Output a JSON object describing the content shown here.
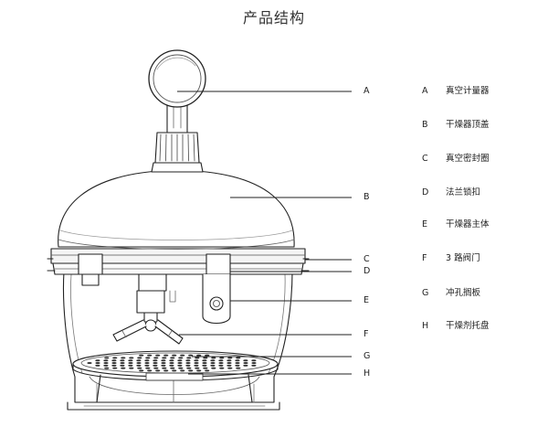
{
  "title": "产品结构",
  "parts": [
    {
      "letter": "A",
      "name": "真空计量器"
    },
    {
      "letter": "B",
      "name": "干燥器顶盖"
    },
    {
      "letter": "C",
      "name": "真空密封圈"
    },
    {
      "letter": "D",
      "name": "法兰锁扣"
    },
    {
      "letter": "E",
      "name": "干燥器主体"
    },
    {
      "letter": "F",
      "name": "3 路阀门"
    },
    {
      "letter": "G",
      "name": "冲孔搁板"
    },
    {
      "letter": "H",
      "name": "干燥剂托盘"
    }
  ]
}
